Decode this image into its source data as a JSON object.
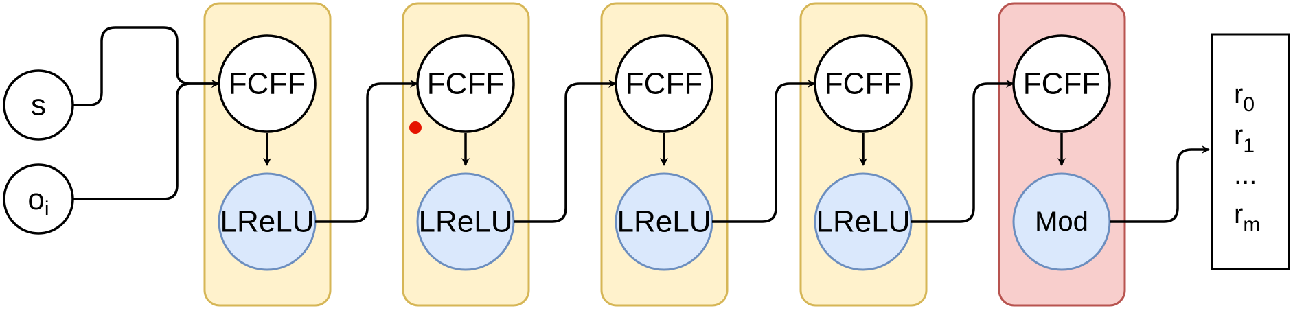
{
  "inputs": {
    "s": "s",
    "o_main": "o",
    "o_sub": "i"
  },
  "layers": [
    {
      "top": "FCFF",
      "bottom": "LReLU",
      "color": "yellow"
    },
    {
      "top": "FCFF",
      "bottom": "LReLU",
      "color": "yellow"
    },
    {
      "top": "FCFF",
      "bottom": "LReLU",
      "color": "yellow"
    },
    {
      "top": "FCFF",
      "bottom": "LReLU",
      "color": "yellow"
    },
    {
      "top": "FCFF",
      "bottom": "Mod",
      "color": "red"
    }
  ],
  "output": {
    "r0_main": "r",
    "r0_sub": "0",
    "r1_main": "r",
    "r1_sub": "1",
    "ellipsis": "...",
    "rm_main": "r",
    "rm_sub": "m"
  },
  "colors": {
    "yellow_fill": "#fff2cc",
    "yellow_stroke": "#d6b656",
    "red_fill": "#f8cecc",
    "red_stroke": "#b85450",
    "blue_fill": "#dae8fc",
    "blue_stroke": "#6c8ebf",
    "marker_dot": "#e51400"
  }
}
